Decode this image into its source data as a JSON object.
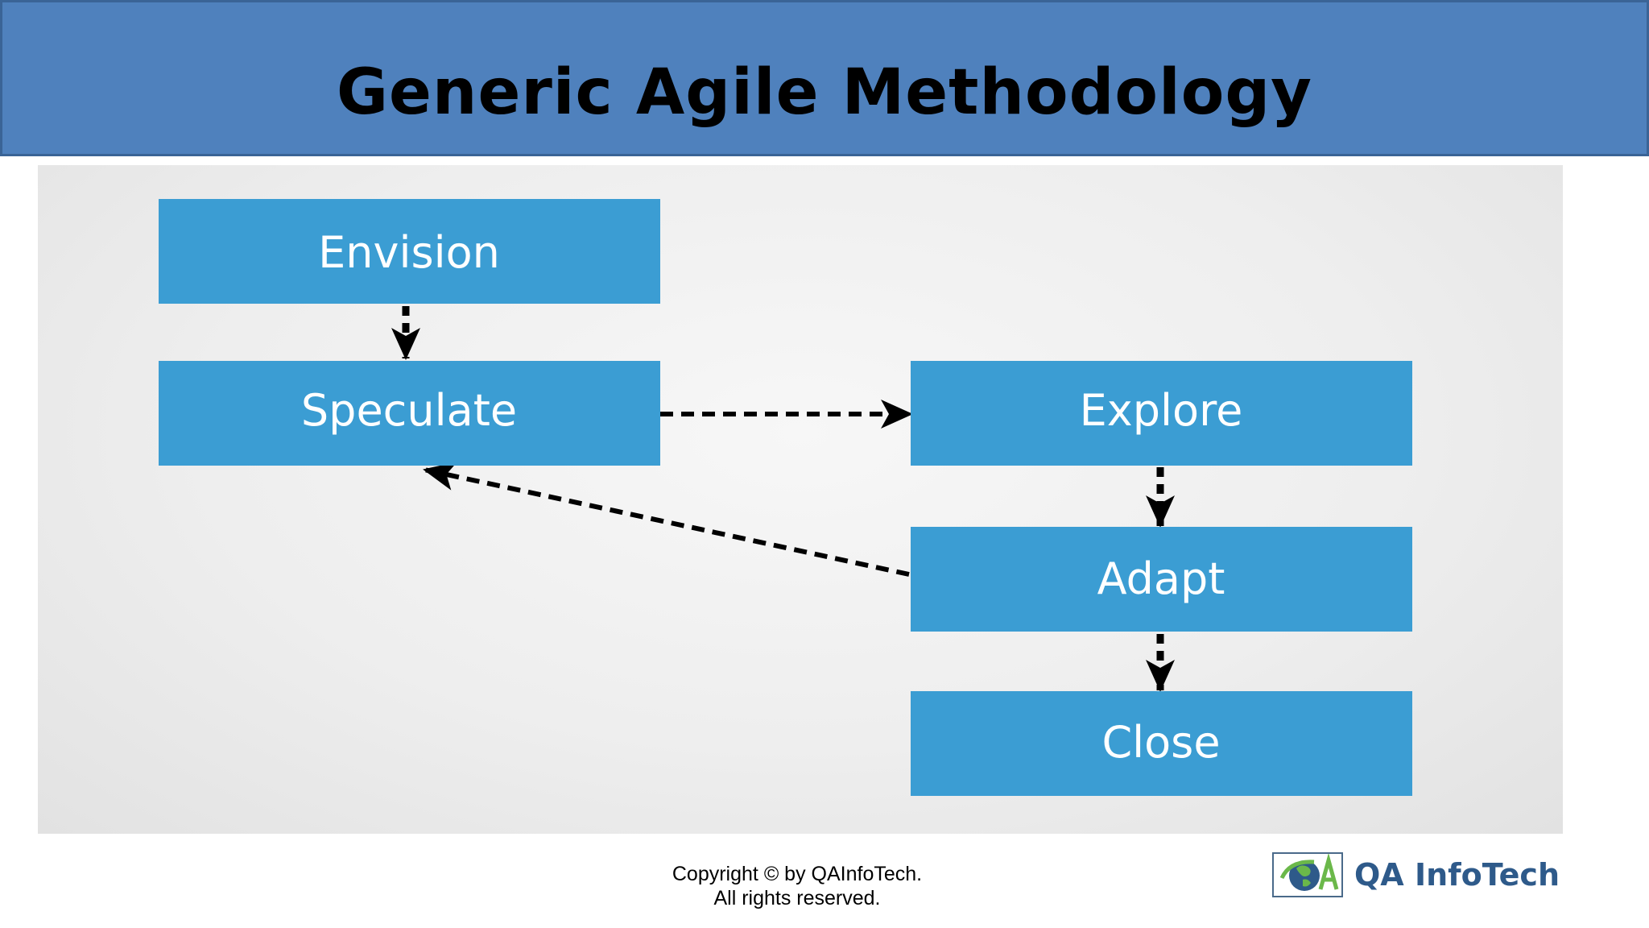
{
  "title": "Generic Agile Methodology",
  "colors": {
    "header_bg": "#4f81bd",
    "box_fill": "#3b9dd3",
    "box_text": "#ffffff",
    "arrow": "#000000",
    "logo_text": "#2e5a8a"
  },
  "diagram": {
    "nodes": [
      {
        "id": "envision",
        "label": "Envision"
      },
      {
        "id": "speculate",
        "label": "Speculate"
      },
      {
        "id": "explore",
        "label": "Explore"
      },
      {
        "id": "adapt",
        "label": "Adapt"
      },
      {
        "id": "close",
        "label": "Close"
      }
    ],
    "edges": [
      {
        "from": "envision",
        "to": "speculate",
        "style": "dashed"
      },
      {
        "from": "speculate",
        "to": "explore",
        "style": "dashed"
      },
      {
        "from": "explore",
        "to": "adapt",
        "style": "dashed"
      },
      {
        "from": "adapt",
        "to": "speculate",
        "style": "dashed"
      },
      {
        "from": "adapt",
        "to": "close",
        "style": "dashed"
      }
    ]
  },
  "footer": {
    "copyright_line1": "Copyright © by QAInfoTech.",
    "copyright_line2": "All rights reserved."
  },
  "logo": {
    "text": "QA InfoTech",
    "mark_icon": "qa-globe-logo-icon"
  }
}
